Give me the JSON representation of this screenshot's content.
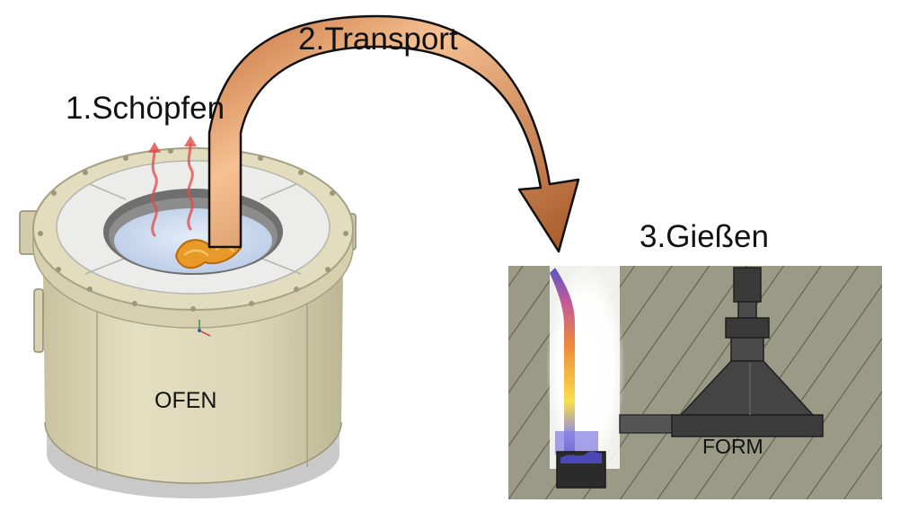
{
  "labels": {
    "step1": "1.Schöpfen",
    "step2": "2.Transport",
    "step3": "3.Gießen",
    "furnace": "OFEN",
    "mold": "FORM"
  },
  "colors": {
    "background": "#ffffff",
    "furnace_body": "#ded8b8",
    "furnace_ring": "#e6e7e3",
    "melt_surface": "#cbd9ee",
    "scoop": "#e89a28",
    "heat_waves": "#e24a45",
    "arrow_light": "#f4b985",
    "arrow_dark": "#b56430",
    "mold_block": "#9a9a86",
    "mold_hatch": "#5f5f4c",
    "mold_part": "#333333",
    "metal_hot": "#f7e04a",
    "metal_cool": "#5a55c8"
  }
}
